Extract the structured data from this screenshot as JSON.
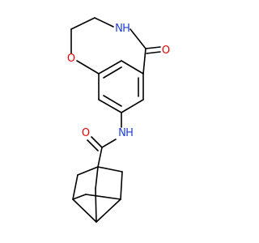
{
  "molecule": {
    "atoms": {
      "ring_oxygen": "O",
      "amide_nh_ring": "N",
      "amide_h_ring": "H",
      "carbonyl_oxygen_ring": "O",
      "amide_nh_linker": "N",
      "amide_h_linker": "H",
      "carbonyl_oxygen_linker": "O"
    },
    "colors": {
      "bond": "#000000",
      "oxygen": "#e00000",
      "nitrogen": "#1e3fd6",
      "background": "#ffffff"
    }
  }
}
